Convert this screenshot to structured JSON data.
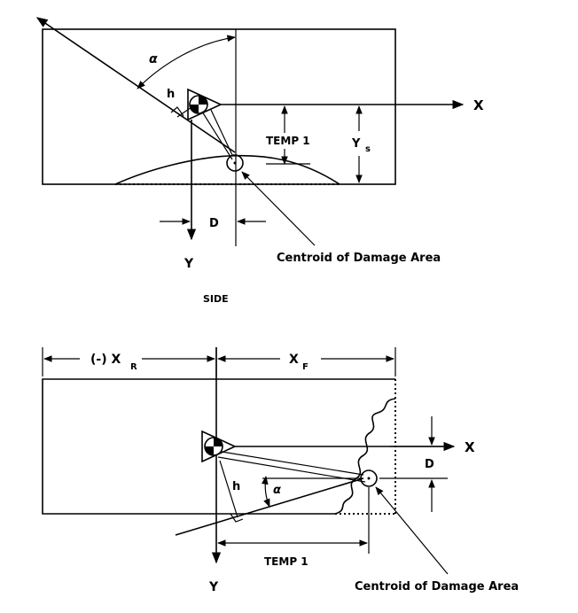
{
  "side_view": {
    "axis_x": "X",
    "axis_y": "Y",
    "angle": "α",
    "h": "h",
    "temp": "TEMP 1",
    "ys_main": "Y",
    "ys_sub": "s",
    "d": "D",
    "centroid": "Centroid of Damage Area",
    "caption": "SIDE"
  },
  "top_view": {
    "xr_main": "(-) X",
    "xr_sub": "R",
    "xf_main": "X",
    "xf_sub": "F",
    "axis_x": "X",
    "axis_y": "Y",
    "d": "D",
    "angle": "α",
    "h": "h",
    "temp": "TEMP 1",
    "centroid": "Centroid of Damage Area"
  }
}
